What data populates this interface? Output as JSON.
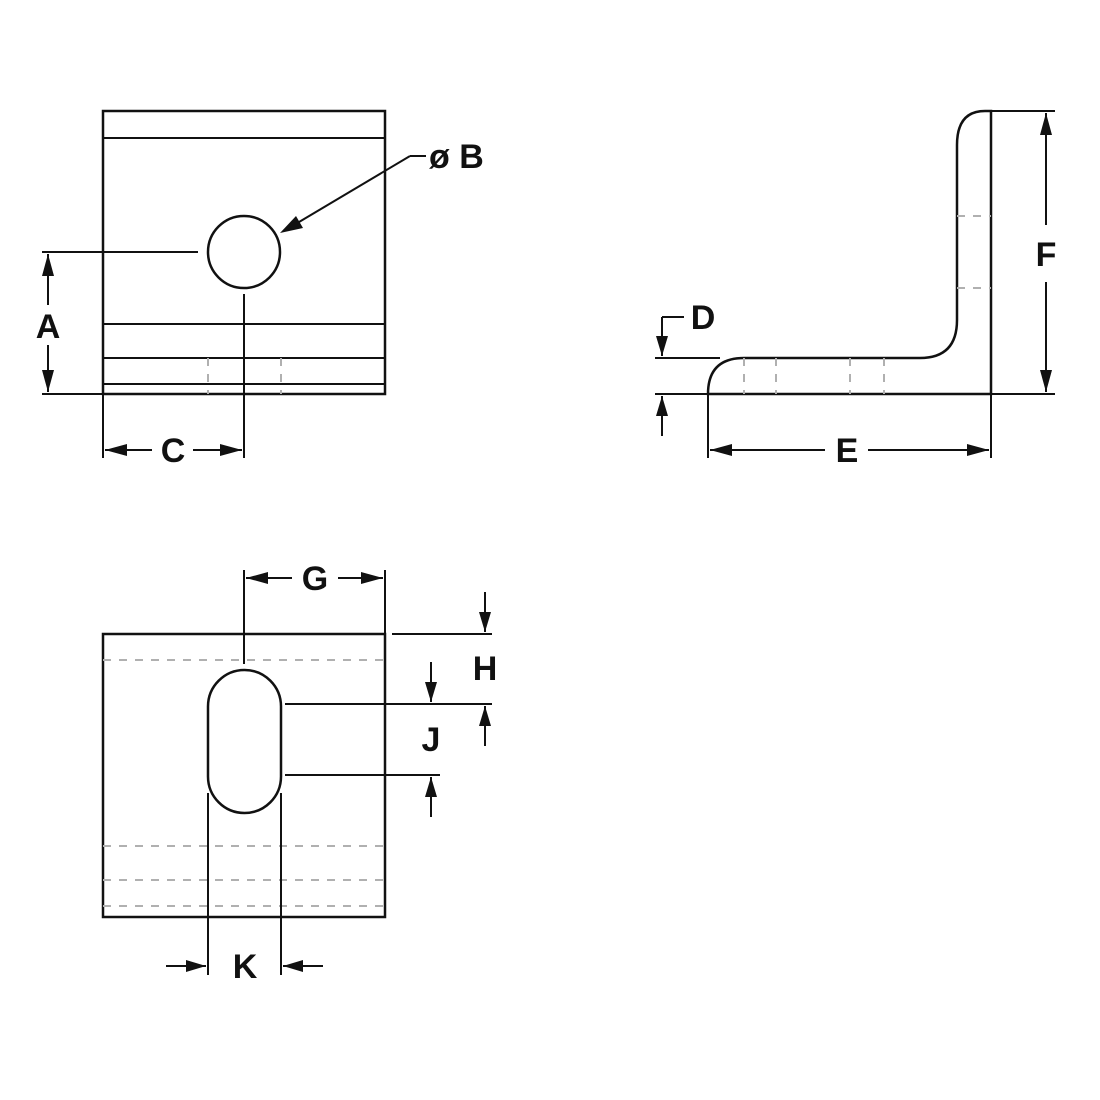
{
  "labels": {
    "A": "A",
    "B": "ø B",
    "C": "C",
    "D": "D",
    "E": "E",
    "F": "F",
    "G": "G",
    "H": "H",
    "J": "J",
    "K": "K"
  },
  "colors": {
    "line": "#111111",
    "hidden_line": "#b0b0b0",
    "background": "#ffffff"
  }
}
